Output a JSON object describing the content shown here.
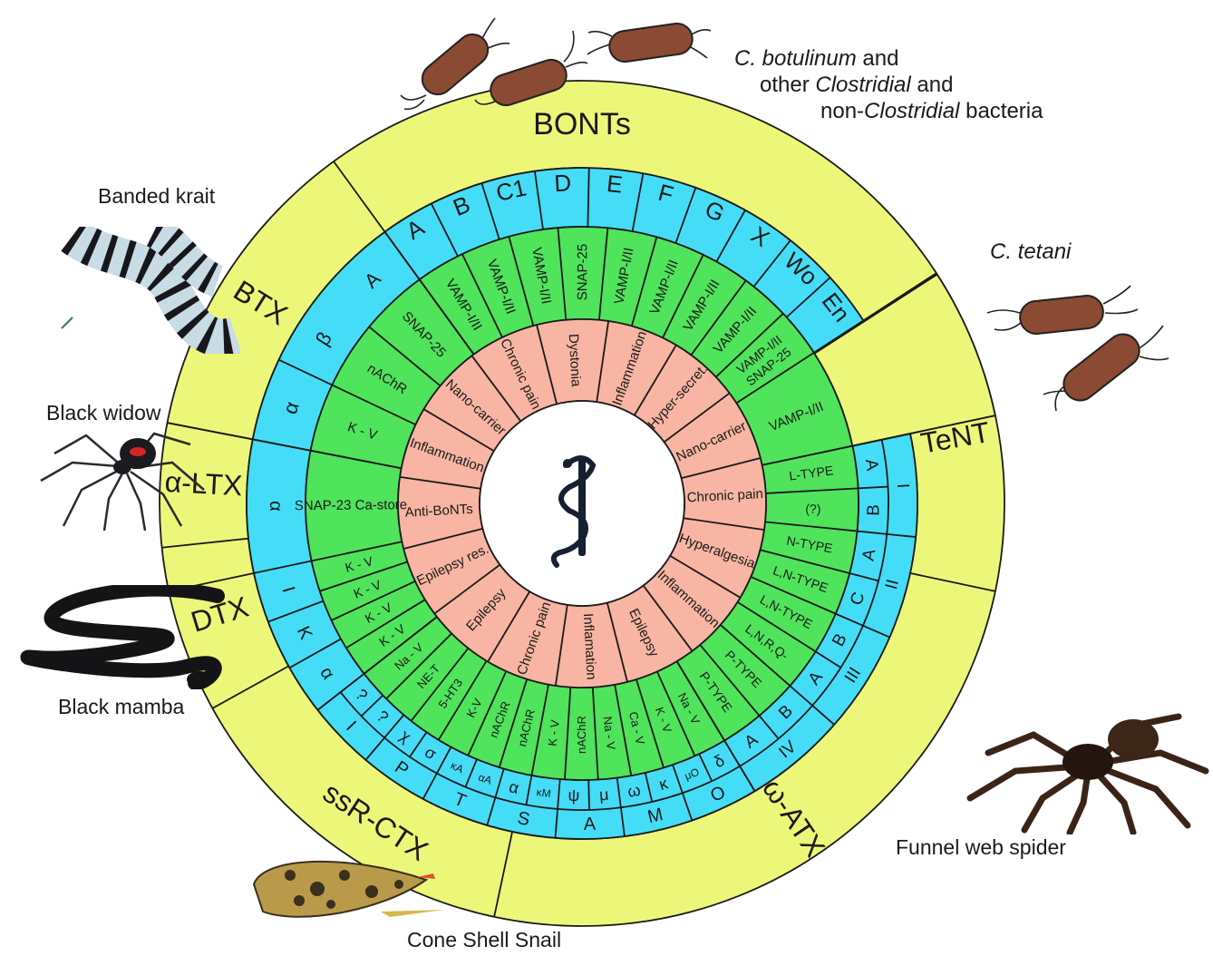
{
  "colors": {
    "outer": "#ecf779",
    "blue": "#45dcf7",
    "green": "#50e35c",
    "pink": "#f8b5a3",
    "center": "#ffffff",
    "stroke": "#1a1a1a"
  },
  "organisms": {
    "clostridia": {
      "line1_italic": "C. botulinum",
      "line1_rest": " and",
      "line2_pre": "other ",
      "line2_italic": "Clostridial",
      "line2_post": " and",
      "line3_pre": "non-",
      "line3_italic": "Clostridial",
      "line3_post": " bacteria"
    },
    "tetani": "C. tetani",
    "krait": "Banded krait",
    "widow": "Black widow",
    "mamba": "Black mamba",
    "snail": "Cone Shell Snail",
    "spider": "Funnel web spider"
  },
  "wheel": {
    "toxin_families": [
      "BONTs",
      "TeNT",
      "ω-ATX",
      "ssR-CTX",
      "DTX",
      "α-LTX",
      "BTX"
    ],
    "blue_ring": {
      "bonts": [
        "A",
        "B",
        "C1",
        "D",
        "E",
        "F",
        "G",
        "X",
        "Wo",
        "En"
      ],
      "atx_inner": [
        "A",
        "B",
        "A",
        "C",
        "B",
        "A",
        "B",
        "A"
      ],
      "atx_outer": [
        "I",
        "II",
        "III",
        "IV"
      ],
      "ctx_inner": [
        "δ",
        "μO",
        "κ",
        "ω",
        "μ",
        "ψ",
        "κM",
        "α",
        "αA",
        "κA",
        "σ",
        "χ",
        "?",
        "?"
      ],
      "ctx_outer": [
        "O",
        "M",
        "A",
        "S",
        "T",
        "P",
        "I"
      ],
      "dtx": [
        "α",
        "K",
        "I"
      ],
      "ltx": [
        "α"
      ],
      "btx": [
        "α",
        "β"
      ]
    },
    "green_ring": {
      "bonts": [
        "VAMP-I/II",
        "VAMP-I/II",
        "VAMP-I/II",
        "SNAP-25",
        "VAMP-I/II",
        "VAMP-I/II",
        "VAMP-I/II",
        "VAMP-I/II",
        "VAMP-I/II SNAP-25"
      ],
      "tent": [
        "VAMP-I/II"
      ],
      "atx": [
        "L-TYPE",
        "(?)",
        "N-TYPE",
        "L,N-TYPE",
        "L,N-TYPE",
        "L,N,R,Q-",
        "P-TYPE",
        "P-TYPE"
      ],
      "ctx": [
        "Na - V",
        "K - V",
        "Ca - V",
        "Na - V",
        "nAChR",
        "K - V",
        "nAChR",
        "nAChR",
        "K-V",
        "5-HT3",
        "NE-T",
        "Na - V"
      ],
      "dtx": [
        "K - V",
        "K - V",
        "K - V",
        "K - V"
      ],
      "ltx": [
        "SNAP-23 Ca-store"
      ],
      "btx": [
        "K - V",
        "nAChR",
        "SNAP-25"
      ]
    },
    "applications": [
      "Dystonia",
      "Inflammation",
      "Hyper-secret.",
      "Nano-carrier",
      "Chronic pain",
      "Hyperalgesia",
      "Inflammation",
      "Epilepsy",
      "Inflamation",
      "Chronic pain",
      "Epilepsy",
      "Epilepsy res.",
      "Anti-BoNTs",
      "Inflammation",
      "Nano-carrier",
      "Chronic pain"
    ]
  }
}
